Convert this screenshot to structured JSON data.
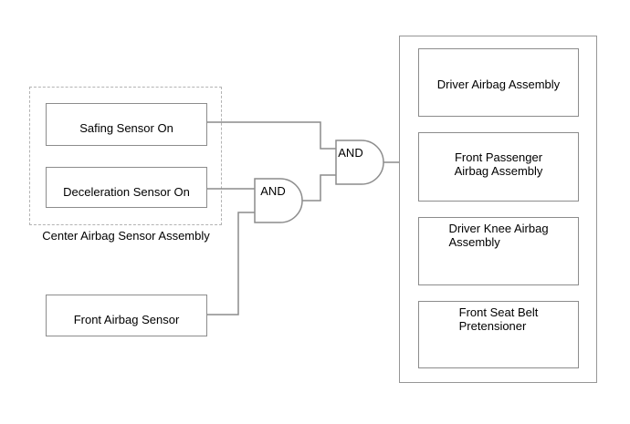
{
  "diagram": {
    "center_assembly": {
      "label": "Center Airbag Sensor Assembly",
      "sensors": [
        {
          "label": "Safing Sensor On"
        },
        {
          "label": "Deceleration Sensor On"
        }
      ]
    },
    "front_sensor": {
      "label": "Front Airbag Sensor"
    },
    "gates": [
      {
        "label": "AND"
      },
      {
        "label": "AND"
      }
    ],
    "outputs": [
      {
        "label": "Driver Airbag Assembly"
      },
      {
        "label": "Front Passenger\nAirbag Assembly"
      },
      {
        "label": "Driver Knee Airbag\nAssembly"
      },
      {
        "label": "Front Seat Belt\nPretensioner"
      }
    ],
    "colors": {
      "line": "#8c8c8c",
      "dashed_border": "#b3b3b3",
      "text": "#000000",
      "background": "#ffffff"
    }
  }
}
